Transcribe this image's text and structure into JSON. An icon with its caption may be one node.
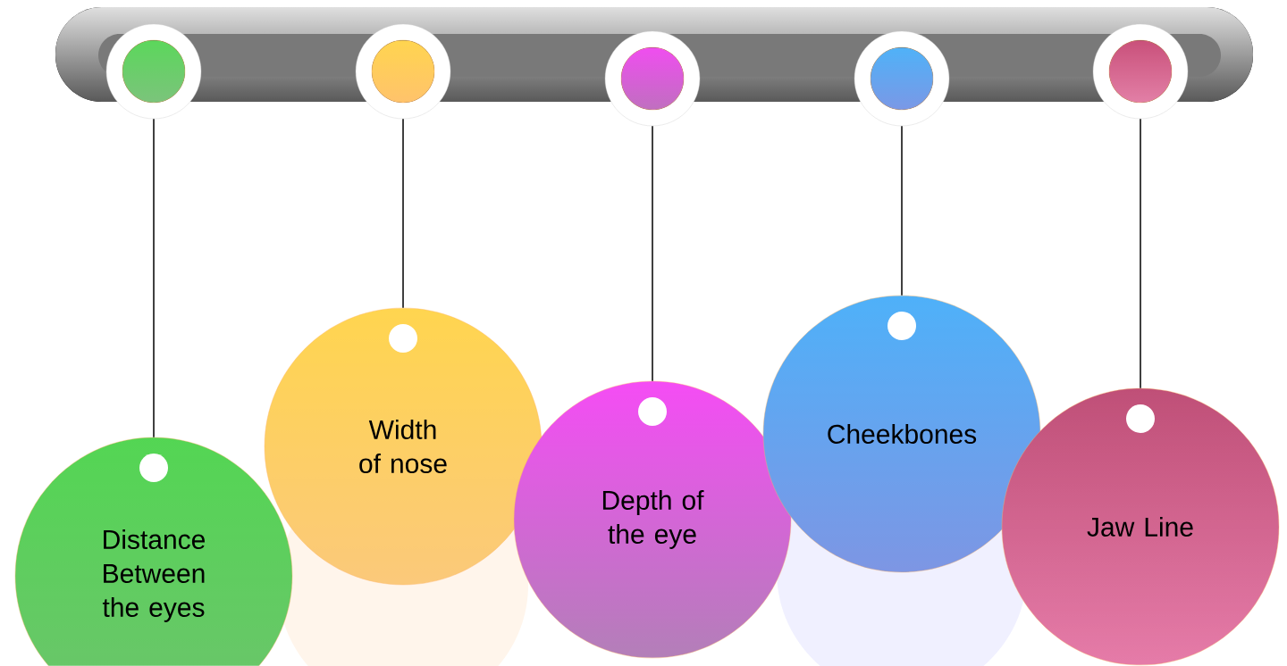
{
  "diagram": {
    "nodes": [
      {
        "text": [],
        "shape": "circle"
      },
      {
        "text": [],
        "shape": "circle"
      },
      {
        "text": [],
        "shape": "circle"
      },
      {
        "text": [],
        "shape": "circle"
      },
      {
        "text": [],
        "shape": "circle"
      },
      {
        "text": [
          "Distance Between the eyes"
        ]
      },
      {
        "text": [
          "Width of nose"
        ]
      },
      {
        "text": [
          "Depth of the eye"
        ]
      },
      {
        "text": [
          "Cheekbones"
        ]
      },
      {
        "text": [
          "Jaw Line"
        ]
      }
    ],
    "edges": [
      {
        "from": 0,
        "to": 5,
        "arrow": "none"
      },
      {
        "from": 1,
        "to": 6,
        "arrow": "none"
      },
      {
        "from": 2,
        "to": 7,
        "arrow": "none"
      },
      {
        "from": 3,
        "to": 8,
        "arrow": "none"
      },
      {
        "from": 4,
        "to": 9,
        "arrow": "none"
      }
    ]
  }
}
